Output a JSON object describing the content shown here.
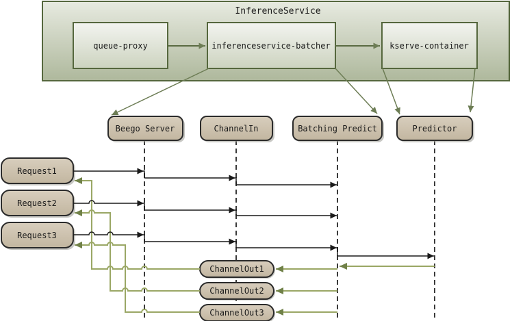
{
  "service": {
    "title": "InferenceService",
    "nodes": [
      {
        "label": "queue-proxy"
      },
      {
        "label": "inferenceservice-batcher"
      },
      {
        "label": "kserve-container"
      }
    ]
  },
  "sequence": {
    "lifelines": [
      {
        "label": "Beego Server"
      },
      {
        "label": "ChannelIn"
      },
      {
        "label": "Batching Predict"
      },
      {
        "label": "Predictor"
      }
    ],
    "requests": [
      {
        "label": "Request1"
      },
      {
        "label": "Request2"
      },
      {
        "label": "Request3"
      }
    ],
    "channel_outs": [
      {
        "label": "ChannelOut1"
      },
      {
        "label": "ChannelOut2"
      },
      {
        "label": "ChannelOut3"
      }
    ]
  },
  "colors": {
    "container_gradient_top": "#e7eae0",
    "container_gradient_bottom": "#aeb89c",
    "node_gradient_top": "#f3f4f0",
    "node_gradient_bottom": "#ccd3bf",
    "olive_border": "#55673d",
    "tan_gradient_top": "#d8cebd",
    "tan_gradient_bottom": "#c2b6a0",
    "tan_border": "#2b2b2b",
    "black_arrow": "#1a1a1a",
    "green_line": "#9aa765",
    "green_arrowhead": "#708148",
    "diagonal_arrow": "#6d7d55",
    "lifeline_dash": "#3a3a3a"
  }
}
